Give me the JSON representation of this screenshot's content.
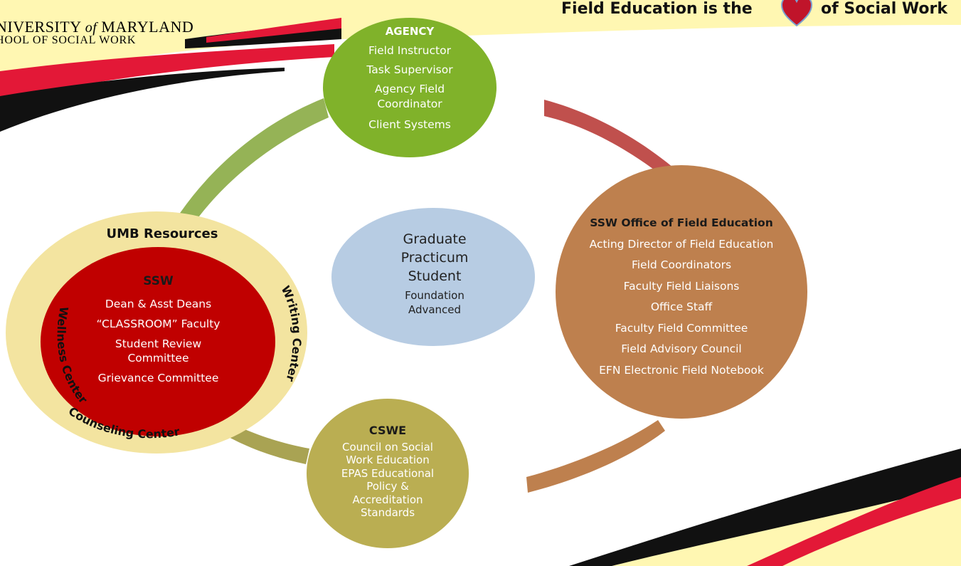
{
  "header": {
    "university": "NIVERSITY",
    "of": "of",
    "state": "MARYLAND",
    "school": "HOOL OF SOCIAL WORK",
    "slogan_left": "Field Education is the",
    "slogan_right": "of Social Work"
  },
  "agency": {
    "title": "AGENCY",
    "items": [
      "Field Instructor",
      "Task Supervisor",
      "Agency Field",
      "Coordinator",
      "Client  Systems"
    ]
  },
  "student": {
    "title_lines": [
      "Graduate",
      "Practicum",
      "Student"
    ],
    "sub_lines": [
      "Foundation",
      "Advanced"
    ]
  },
  "field_office": {
    "title": "SSW Office of Field Education",
    "items": [
      "Acting Director of Field Education",
      "Field Coordinators",
      "Faculty Field Liaisons",
      "Office Staff",
      "Faculty Field Committee",
      "Field Advisory Council",
      "EFN Electronic Field Notebook"
    ]
  },
  "cswe": {
    "title": "CSWE",
    "items": [
      "Council on Social",
      "Work Education",
      "EPAS  Educational",
      "Policy &",
      "Accreditation",
      "Standards"
    ]
  },
  "umb": {
    "title": "UMB Resources",
    "ring_labels": [
      "Writing Center",
      "Wellness Center",
      "Counseling Center"
    ]
  },
  "ssw": {
    "title": "SSW",
    "items": [
      "Dean & Asst Deans",
      "“CLASSROOM” Faculty",
      "Student Review",
      "Committee",
      "Grievance Committee"
    ]
  },
  "colors": {
    "agency": "#80b22a",
    "student": "#b7cce3",
    "field_office": "#be804e",
    "cswe": "#baae52",
    "ssw": "#c00000",
    "umb_ring": "#f3e4a0",
    "arc_green": "#95b356",
    "arc_red": "#c0504d",
    "arc_brown": "#be804e",
    "arc_olive": "#a9a353",
    "maryland_red": "#e31837",
    "maryland_gold": "#ffd520"
  }
}
